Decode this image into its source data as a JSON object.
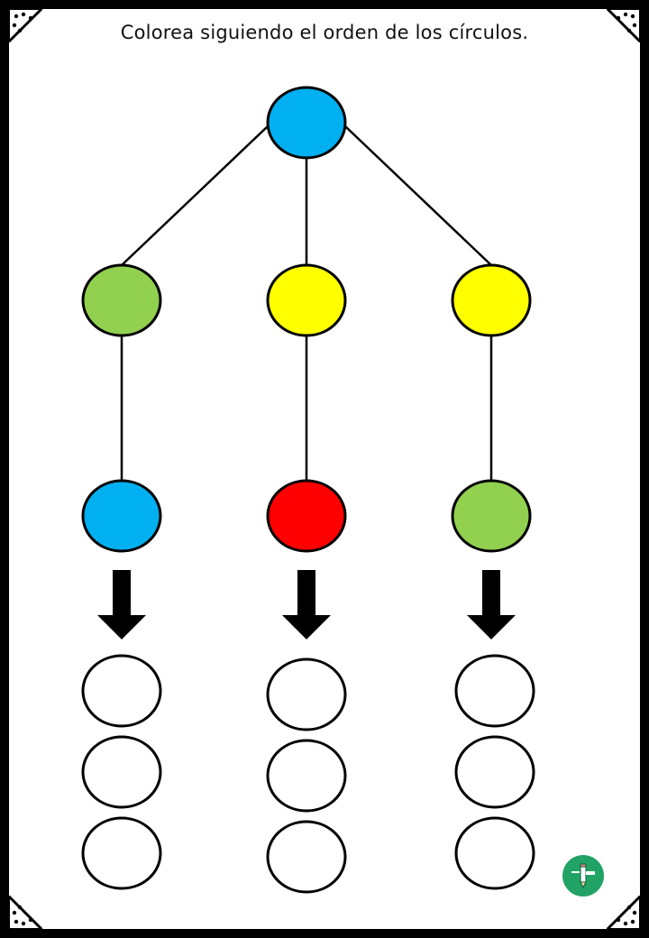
{
  "title": "Colorea siguiendo el orden de los círculos.",
  "colors": {
    "blue": "#00B0F0",
    "green": "#92D050",
    "yellow": "#FFFF00",
    "red": "#FF0000",
    "blank": "#FFFFFF",
    "border": "#000000",
    "logo": "#21A366"
  },
  "diagram": {
    "root": {
      "color": "blue"
    },
    "columns": [
      {
        "level1": "green",
        "level2": "blue",
        "blanks": 3
      },
      {
        "level1": "yellow",
        "level2": "red",
        "blanks": 3
      },
      {
        "level1": "yellow",
        "level2": "green",
        "blanks": 3
      }
    ]
  },
  "icons": {
    "logo": "pencil-badge-icon",
    "corners": "dotted-corner-icon"
  }
}
